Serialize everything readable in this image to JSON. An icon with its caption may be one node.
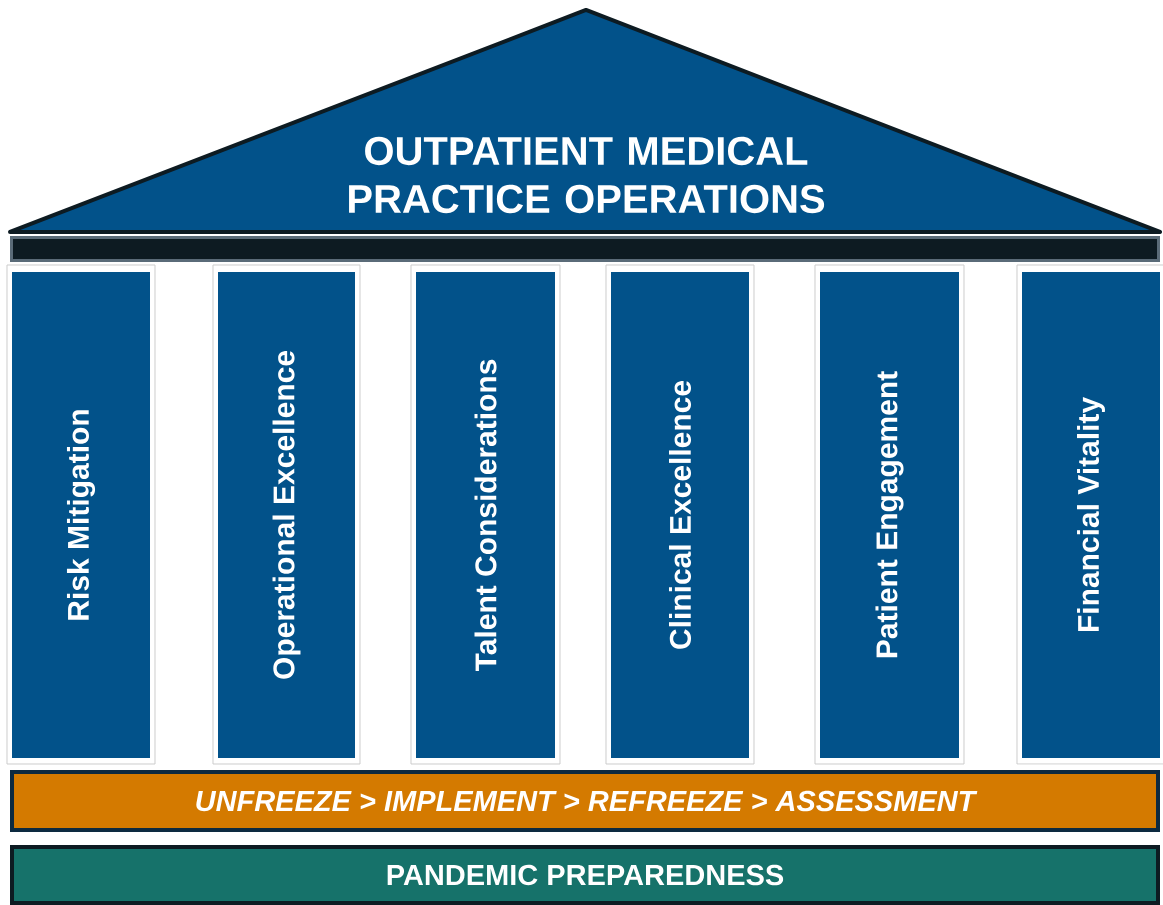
{
  "diagram": {
    "nodes": [
      {
        "text": [
          "OUTPATIENT MEDICAL PRACTICE OPERATIONS"
        ]
      },
      {
        "text": [],
        "shape": "bar"
      },
      {
        "text": [
          "Risk Mitigation"
        ]
      },
      {
        "text": [
          "Operational Excellence"
        ]
      },
      {
        "text": [
          "Talent Considerations"
        ]
      },
      {
        "text": [
          "Clinical Excellence"
        ]
      },
      {
        "text": [
          "Patient Engagement"
        ]
      },
      {
        "text": [
          "Financial Vitality"
        ]
      },
      {
        "text": [
          "UNFREEZE > IMPLEMENT > REFREEZE > ASSESSMENT"
        ]
      },
      {
        "text": [
          "PANDEMIC PREPAREDNESS"
        ]
      }
    ]
  }
}
